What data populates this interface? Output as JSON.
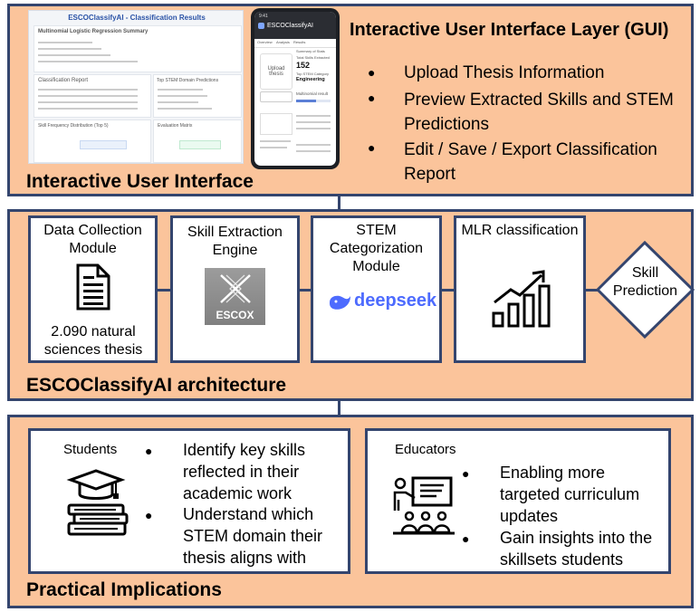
{
  "gui": {
    "section_title": "Interactive User Interface",
    "layer_title": "Interactive User Interface Layer (GUI)",
    "bullets": [
      "Upload Thesis Information",
      "Preview Extracted Skills and STEM Predictions",
      "Edit / Save / Export Classification Report"
    ],
    "screenshot": {
      "title": "ESCOClassifyAI - Classification Results",
      "summary_heading": "Multinomial Logistic Regression Summary",
      "report_heading": "Classification Report",
      "categories_heading": "Top STEM Domain Predictions",
      "freq_heading": "Skill Frequency Distribution (Top 5)",
      "eval_heading": "Evaluation Matrix"
    },
    "phone": {
      "time": "9:41",
      "app_name": "ESCOClassifyAI",
      "tabs": [
        "Overview",
        "Analysis",
        "Results"
      ],
      "upload_label": "Upload thesis",
      "summary_title": "Summary of Stats",
      "skills_label": "Total Skills Extracted",
      "skills_count": "152",
      "category_label": "Top STEM Category",
      "category_value": "Engineering",
      "result_label": "Multinomial result"
    }
  },
  "architecture": {
    "section_title": "ESCOClassifyAI architecture",
    "modules": [
      {
        "label": "Data Collection Module",
        "caption": "2.090 natural sciences thesis"
      },
      {
        "label": "Skill Extraction Engine",
        "logo_text": "ESCOX"
      },
      {
        "label": "STEM Categorization Module",
        "logo_text": "deepseek"
      },
      {
        "label": "MLR classification"
      }
    ],
    "output": "Skill Prediction"
  },
  "implications": {
    "section_title": "Practical Implications",
    "students": {
      "heading": "Students",
      "bullets": [
        "Identify key skills reflected in their academic work",
        "Understand which STEM domain their thesis aligns with"
      ]
    },
    "educators": {
      "heading": "Educators",
      "bullets": [
        "Enabling more targeted curriculum updates",
        "Gain insights into the skillsets students"
      ]
    }
  },
  "colors": {
    "panel_fill": "#fbc49b",
    "border": "#34456e",
    "deepseek_blue": "#4d6bfe"
  }
}
